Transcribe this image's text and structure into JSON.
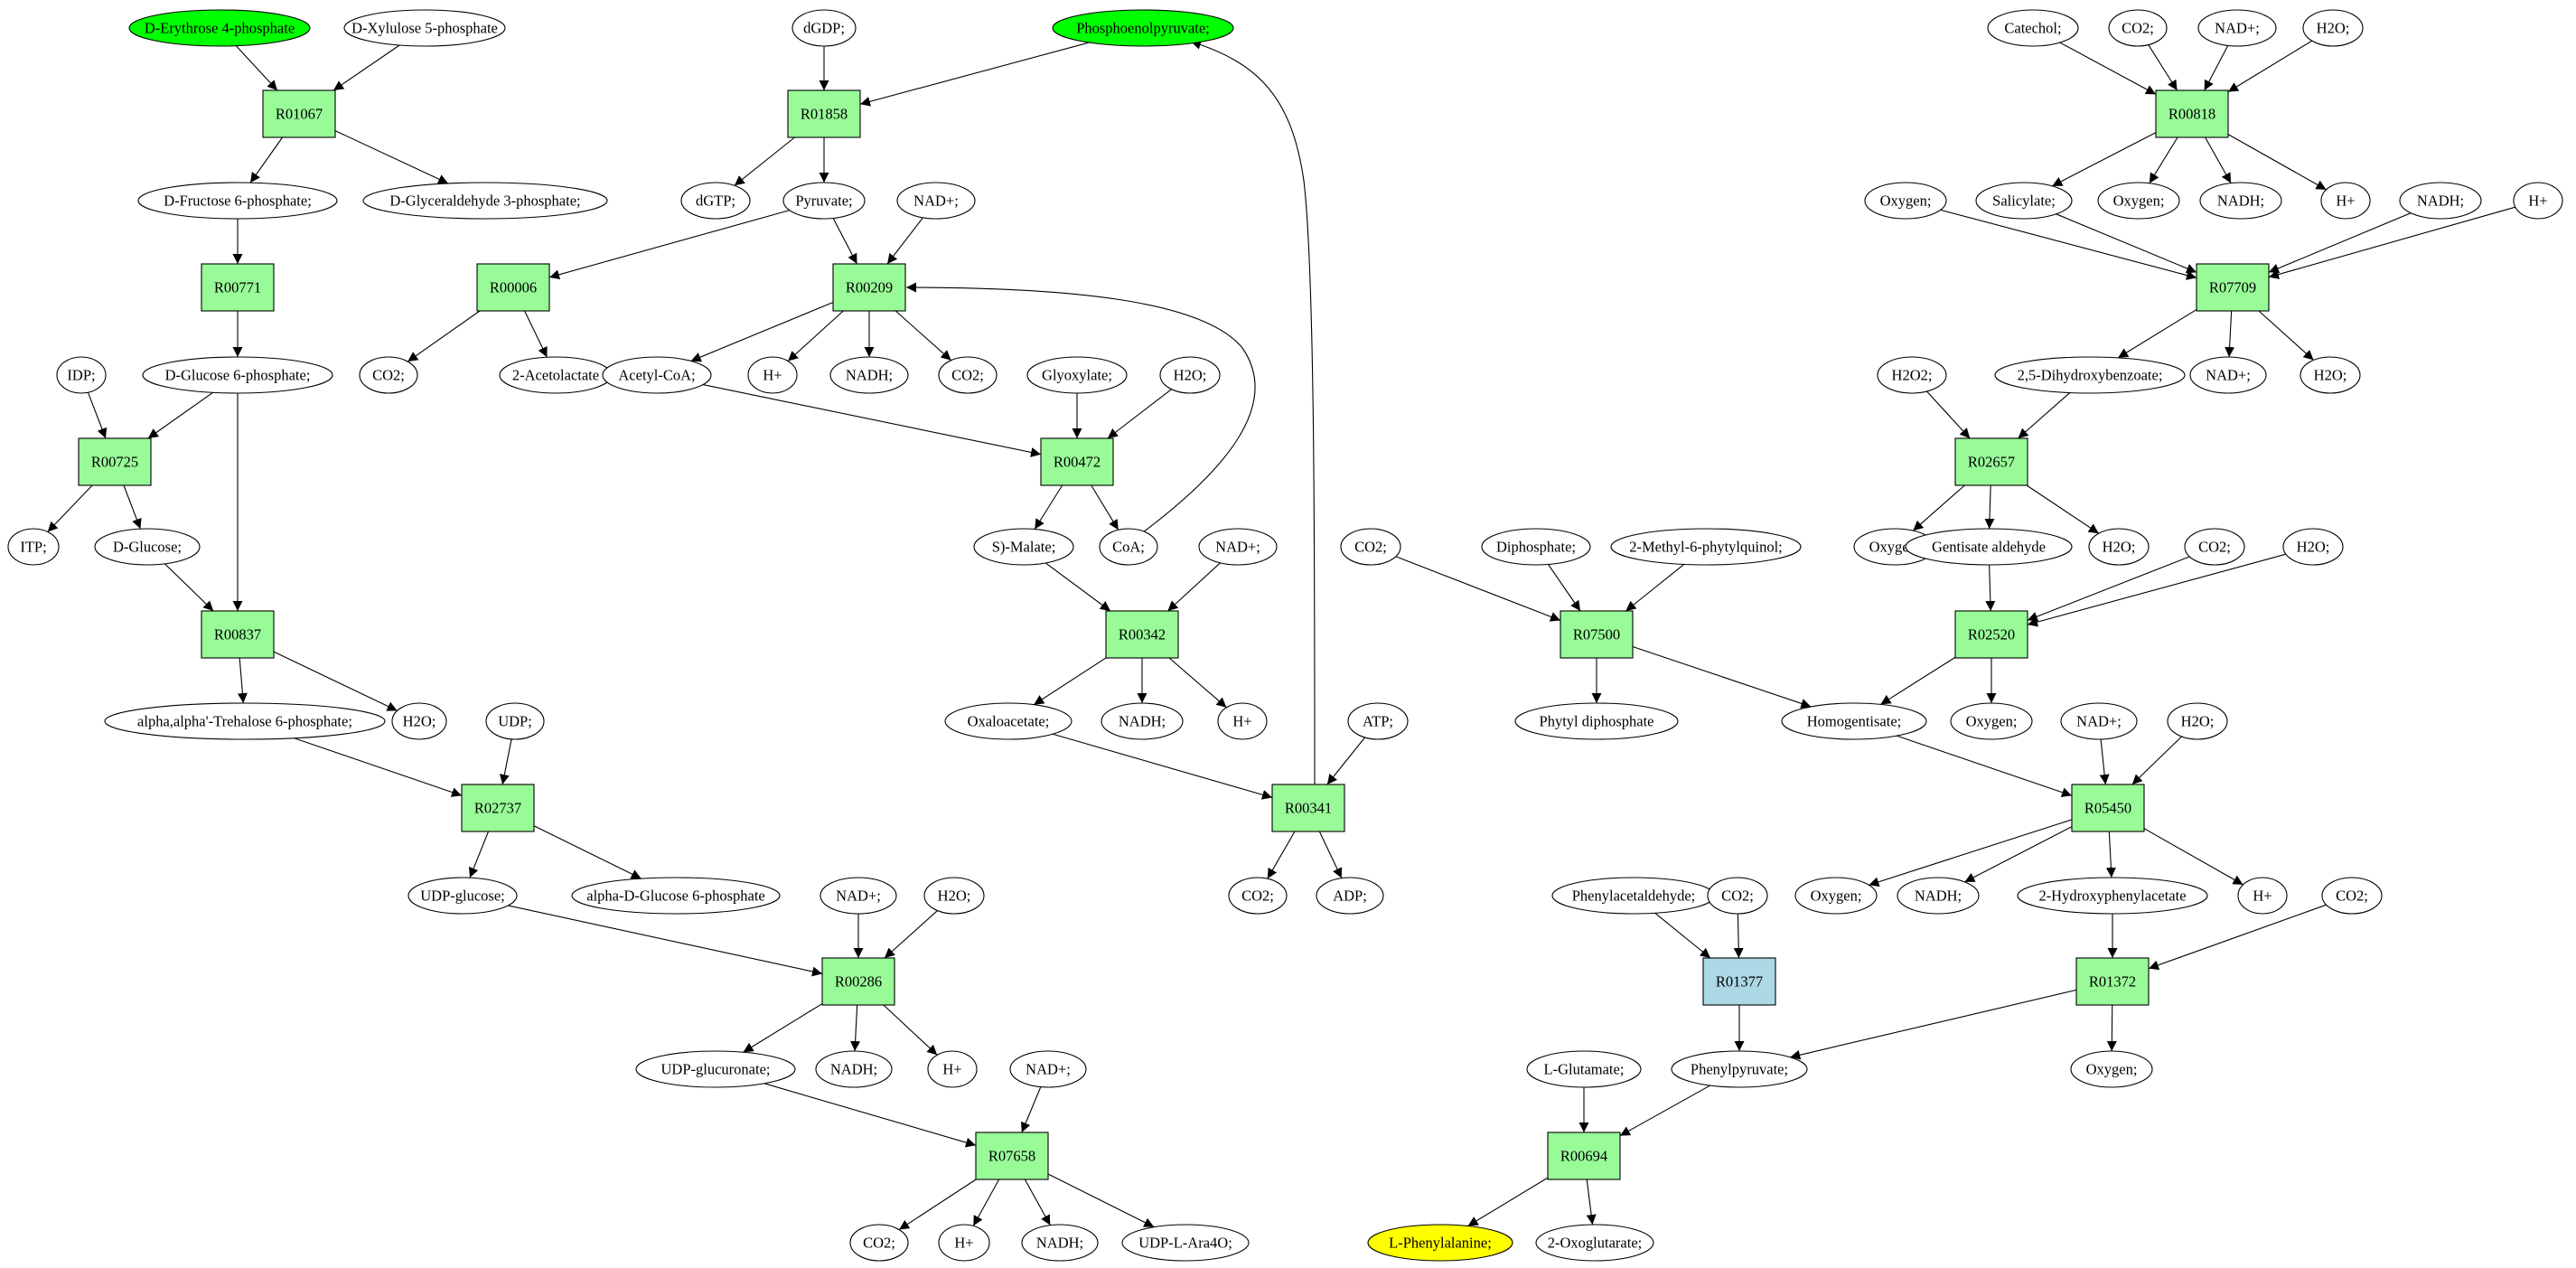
{
  "colors": {
    "reaction": "#98fb98",
    "reaction_alt": "#add8e6",
    "metabolite": "#ffffff",
    "source": "#00ff00",
    "target": "#ffff00",
    "edge": "#000000"
  },
  "metabolites": {
    "m1": {
      "label": "D-Erythrose 4-phosphate",
      "fill": "source"
    },
    "m2": {
      "label": "D-Xylulose 5-phosphate"
    },
    "m3": {
      "label": "D-Fructose 6-phosphate;"
    },
    "m4": {
      "label": "D-Glyceraldehyde 3-phosphate;"
    },
    "m5": {
      "label": "D-Glucose 6-phosphate;"
    },
    "m6": {
      "label": "IDP;"
    },
    "m7": {
      "label": "ITP;"
    },
    "m8": {
      "label": "D-Glucose;"
    },
    "m9": {
      "label": "alpha,alpha'-Trehalose 6-phosphate;"
    },
    "m10": {
      "label": "H2O;"
    },
    "m11": {
      "label": "UDP;"
    },
    "m12": {
      "label": "UDP-glucose;"
    },
    "m13": {
      "label": "alpha-D-Glucose 6-phosphate"
    },
    "m14": {
      "label": "NAD+;"
    },
    "m15": {
      "label": "H2O;"
    },
    "m16": {
      "label": "UDP-glucuronate;"
    },
    "m17": {
      "label": "NADH;"
    },
    "m18": {
      "label": "H+"
    },
    "m19": {
      "label": "NAD+;"
    },
    "m20": {
      "label": "CO2;"
    },
    "m21": {
      "label": "H+"
    },
    "m22": {
      "label": "NADH;"
    },
    "m23": {
      "label": "UDP-L-Ara4O;"
    },
    "m24": {
      "label": "dGDP;"
    },
    "m25": {
      "label": "Phosphoenolpyruvate;",
      "fill": "source"
    },
    "m26": {
      "label": "dGTP;"
    },
    "m27": {
      "label": "Pyruvate;"
    },
    "m28": {
      "label": "NAD+;"
    },
    "m29": {
      "label": "CO2;"
    },
    "m30": {
      "label": "2-Acetolactate"
    },
    "m31": {
      "label": "Acetyl-CoA;"
    },
    "m32": {
      "label": "H+"
    },
    "m33": {
      "label": "NADH;"
    },
    "m34": {
      "label": "CO2;"
    },
    "m35": {
      "label": "Glyoxylate;"
    },
    "m36": {
      "label": "H2O;"
    },
    "m37": {
      "label": "S)-Malate;"
    },
    "m38": {
      "label": "CoA;"
    },
    "m39": {
      "label": "NAD+;"
    },
    "m40": {
      "label": "Oxaloacetate;"
    },
    "m41": {
      "label": "NADH;"
    },
    "m42": {
      "label": "H+"
    },
    "m43": {
      "label": "ATP;"
    },
    "m44": {
      "label": "CO2;"
    },
    "m45": {
      "label": "ADP;"
    },
    "m46": {
      "label": "Catechol;"
    },
    "m47": {
      "label": "CO2;"
    },
    "m48": {
      "label": "NAD+;"
    },
    "m49": {
      "label": "H2O;"
    },
    "m50": {
      "label": "Oxygen;"
    },
    "m51": {
      "label": "Salicylate;"
    },
    "m52": {
      "label": "Oxygen;"
    },
    "m53": {
      "label": "NADH;"
    },
    "m54": {
      "label": "H+"
    },
    "m55": {
      "label": "NADH;"
    },
    "m56": {
      "label": "H+"
    },
    "m57": {
      "label": "H2O2;"
    },
    "m58": {
      "label": "2,5-Dihydroxybenzoate;"
    },
    "m59": {
      "label": "NAD+;"
    },
    "m60": {
      "label": "H2O;"
    },
    "m61": {
      "label": "Oxygen;"
    },
    "m62": {
      "label": "Gentisate aldehyde"
    },
    "m63": {
      "label": "H2O;"
    },
    "m64": {
      "label": "CO2;"
    },
    "m65": {
      "label": "H2O;"
    },
    "m66": {
      "label": "CO2;"
    },
    "m67": {
      "label": "Diphosphate;"
    },
    "m68": {
      "label": "2-Methyl-6-phytylquinol;"
    },
    "m69": {
      "label": "Phytyl diphosphate"
    },
    "m70": {
      "label": "Homogentisate;"
    },
    "m71": {
      "label": "Oxygen;"
    },
    "m72": {
      "label": "NAD+;"
    },
    "m73": {
      "label": "H2O;"
    },
    "m74": {
      "label": "Oxygen;"
    },
    "m75": {
      "label": "NADH;"
    },
    "m76": {
      "label": "2-Hydroxyphenylacetate"
    },
    "m77": {
      "label": "H+"
    },
    "m78": {
      "label": "CO2;"
    },
    "m79": {
      "label": "Phenylacetaldehyde;"
    },
    "m80": {
      "label": "CO2;"
    },
    "m81": {
      "label": "Phenylpyruvate;"
    },
    "m82": {
      "label": "Oxygen;"
    },
    "m83": {
      "label": "L-Glutamate;"
    },
    "m84": {
      "label": "L-Phenylalanine;",
      "fill": "target"
    },
    "m85": {
      "label": "2-Oxoglutarate;"
    }
  },
  "reactions": {
    "r1": {
      "label": "R01067"
    },
    "r2": {
      "label": "R00771"
    },
    "r3": {
      "label": "R00725"
    },
    "r4": {
      "label": "R00837"
    },
    "r5": {
      "label": "R02737"
    },
    "r6": {
      "label": "R00286"
    },
    "r7": {
      "label": "R07658"
    },
    "r8": {
      "label": "R01858"
    },
    "r9": {
      "label": "R00006"
    },
    "r10": {
      "label": "R00209"
    },
    "r11": {
      "label": "R00472"
    },
    "r12": {
      "label": "R00342"
    },
    "r13": {
      "label": "R00341"
    },
    "r14": {
      "label": "R00818"
    },
    "r15": {
      "label": "R07709"
    },
    "r16": {
      "label": "R02657"
    },
    "r17": {
      "label": "R02520"
    },
    "r18": {
      "label": "R07500"
    },
    "r19": {
      "label": "R05450"
    },
    "r20": {
      "label": "R01372"
    },
    "r21": {
      "label": "R01377",
      "fill": "reaction_alt"
    },
    "r22": {
      "label": "R00694"
    }
  },
  "edges": [
    [
      "m1",
      "r1"
    ],
    [
      "m2",
      "r1"
    ],
    [
      "r1",
      "m3"
    ],
    [
      "r1",
      "m4"
    ],
    [
      "m3",
      "r2"
    ],
    [
      "r2",
      "m5"
    ],
    [
      "m6",
      "r3"
    ],
    [
      "m5",
      "r3"
    ],
    [
      "r3",
      "m7"
    ],
    [
      "r3",
      "m8"
    ],
    [
      "m8",
      "r4"
    ],
    [
      "m5",
      "r4"
    ],
    [
      "r4",
      "m9"
    ],
    [
      "r4",
      "m10"
    ],
    [
      "m9",
      "r5"
    ],
    [
      "m11",
      "r5"
    ],
    [
      "r5",
      "m12"
    ],
    [
      "r5",
      "m13"
    ],
    [
      "m12",
      "r6"
    ],
    [
      "m14",
      "r6"
    ],
    [
      "m15",
      "r6"
    ],
    [
      "r6",
      "m16"
    ],
    [
      "r6",
      "m17"
    ],
    [
      "r6",
      "m18"
    ],
    [
      "m16",
      "r7"
    ],
    [
      "m19",
      "r7"
    ],
    [
      "r7",
      "m20"
    ],
    [
      "r7",
      "m21"
    ],
    [
      "r7",
      "m22"
    ],
    [
      "r7",
      "m23"
    ],
    [
      "m24",
      "r8"
    ],
    [
      "m25",
      "r8"
    ],
    [
      "r8",
      "m26"
    ],
    [
      "r8",
      "m27"
    ],
    [
      "m27",
      "r9"
    ],
    [
      "r9",
      "m29"
    ],
    [
      "r9",
      "m30"
    ],
    [
      "m27",
      "r10"
    ],
    [
      "m28",
      "r10"
    ],
    [
      "r10",
      "m31"
    ],
    [
      "r10",
      "m32"
    ],
    [
      "r10",
      "m33"
    ],
    [
      "r10",
      "m34"
    ],
    [
      "m31",
      "r11"
    ],
    [
      "m35",
      "r11"
    ],
    [
      "m36",
      "r11"
    ],
    [
      "r11",
      "m37"
    ],
    [
      "r11",
      "m38"
    ],
    [
      "m37",
      "r12"
    ],
    [
      "m39",
      "r12"
    ],
    [
      "r12",
      "m40"
    ],
    [
      "r12",
      "m41"
    ],
    [
      "r12",
      "m42"
    ],
    [
      "m40",
      "r13"
    ],
    [
      "m43",
      "r13"
    ],
    [
      "r13",
      "m44"
    ],
    [
      "r13",
      "m45"
    ],
    [
      "m46",
      "r14"
    ],
    [
      "m47",
      "r14"
    ],
    [
      "m48",
      "r14"
    ],
    [
      "m49",
      "r14"
    ],
    [
      "r14",
      "m51"
    ],
    [
      "r14",
      "m52"
    ],
    [
      "r14",
      "m53"
    ],
    [
      "r14",
      "m54"
    ],
    [
      "m50",
      "r15"
    ],
    [
      "m51",
      "r15"
    ],
    [
      "m55",
      "r15"
    ],
    [
      "m56",
      "r15"
    ],
    [
      "r15",
      "m58"
    ],
    [
      "r15",
      "m59"
    ],
    [
      "r15",
      "m60"
    ],
    [
      "m57",
      "r16"
    ],
    [
      "m58",
      "r16"
    ],
    [
      "r16",
      "m61"
    ],
    [
      "r16",
      "m62"
    ],
    [
      "r16",
      "m63"
    ],
    [
      "m62",
      "r17"
    ],
    [
      "m64",
      "r17"
    ],
    [
      "m65",
      "r17"
    ],
    [
      "r17",
      "m70"
    ],
    [
      "r17",
      "m71"
    ],
    [
      "m66",
      "r18"
    ],
    [
      "m67",
      "r18"
    ],
    [
      "m68",
      "r18"
    ],
    [
      "r18",
      "m69"
    ],
    [
      "r18",
      "m70"
    ],
    [
      "m70",
      "r19"
    ],
    [
      "m72",
      "r19"
    ],
    [
      "m73",
      "r19"
    ],
    [
      "r19",
      "m74"
    ],
    [
      "r19",
      "m75"
    ],
    [
      "r19",
      "m76"
    ],
    [
      "r19",
      "m77"
    ],
    [
      "m76",
      "r20"
    ],
    [
      "m78",
      "r20"
    ],
    [
      "r20",
      "m81"
    ],
    [
      "r20",
      "m82"
    ],
    [
      "m79",
      "r21"
    ],
    [
      "m80",
      "r21"
    ],
    [
      "r21",
      "m81"
    ],
    [
      "m83",
      "r22"
    ],
    [
      "m81",
      "r22"
    ],
    [
      "r22",
      "m84"
    ],
    [
      "r22",
      "m85"
    ]
  ],
  "curved_edges": [
    [
      "r13",
      "m25"
    ],
    [
      "m38",
      "r10"
    ]
  ]
}
